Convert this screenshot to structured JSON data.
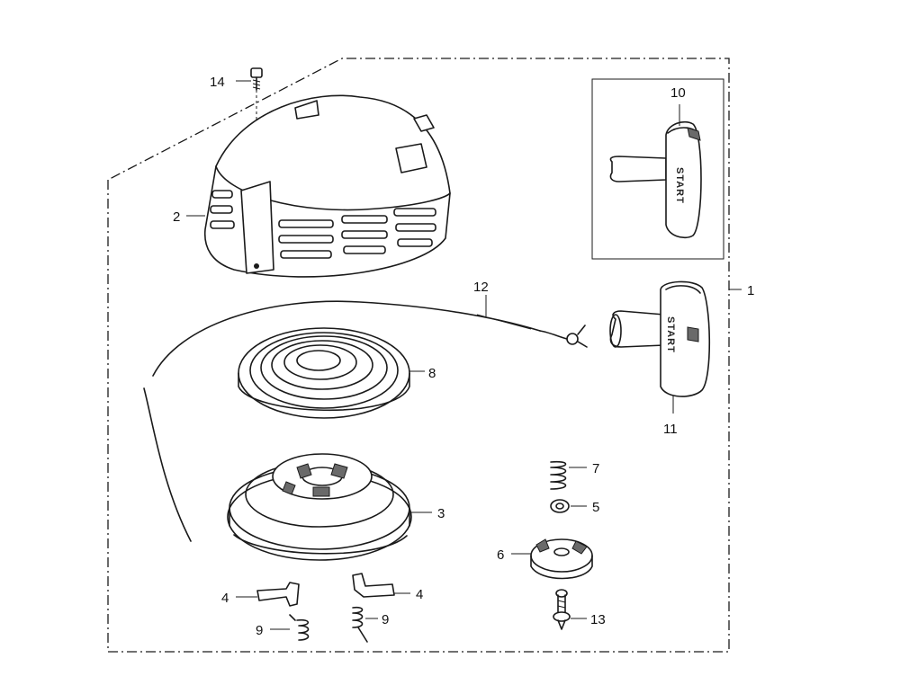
{
  "callouts": {
    "c1": "1",
    "c2": "2",
    "c3": "3",
    "c4a": "4",
    "c4b": "4",
    "c5": "5",
    "c6": "6",
    "c7": "7",
    "c8": "8",
    "c9a": "9",
    "c9b": "9",
    "c10": "10",
    "c11": "11",
    "c12": "12",
    "c13": "13",
    "c14": "14"
  },
  "imprints": {
    "handle_10": "START",
    "handle_11": "START"
  }
}
